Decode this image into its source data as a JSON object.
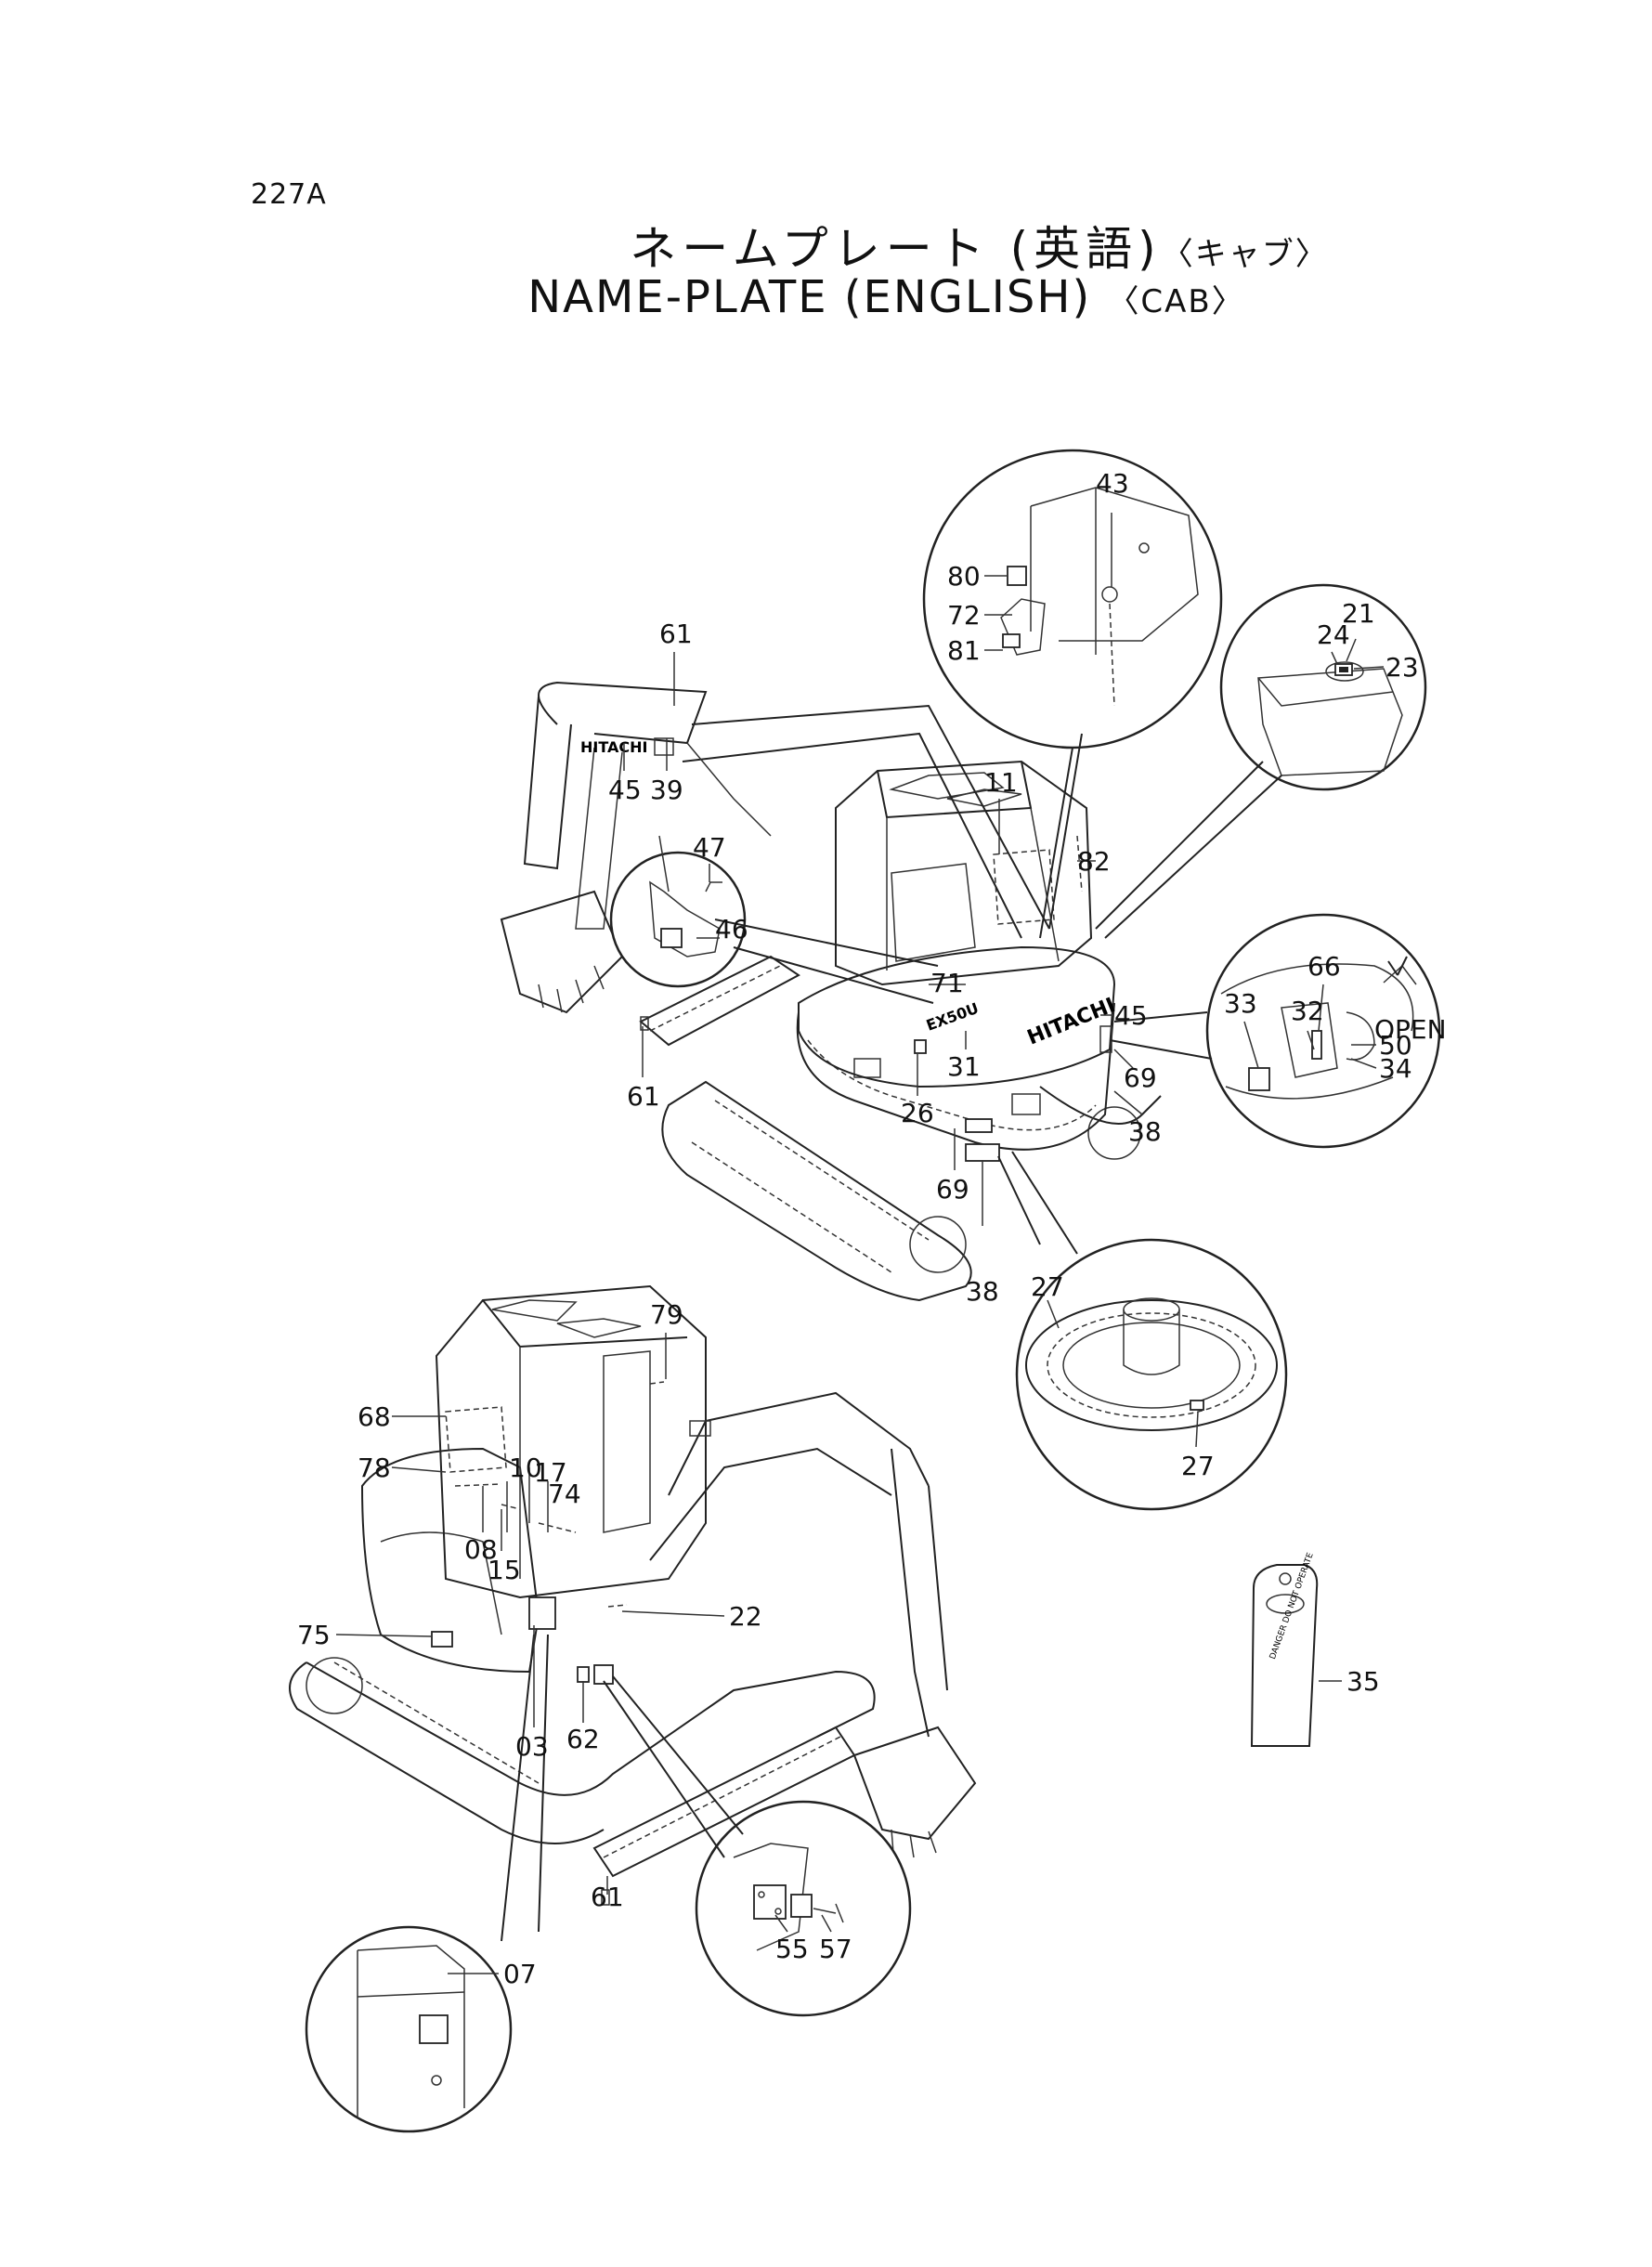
{
  "page": {
    "number": "227A"
  },
  "title": {
    "japanese": "ネームプレート (英語)",
    "japanese_sub": "〈キャブ〉",
    "english": "NAME-PLATE (ENGLISH)",
    "english_sub": "〈CAB〉"
  },
  "machine_text": {
    "boom_brand": "HITACHI",
    "body_brand": "HITACHI",
    "model": "EX50U",
    "open_label": "OPEN",
    "tag_text": "DANGER DO NOT OPERATE"
  },
  "callouts": {
    "c61a": "61",
    "c45a": "45",
    "c39": "39",
    "c47": "47",
    "c46": "46",
    "c61b": "61",
    "c11": "11",
    "c82": "82",
    "c71": "71",
    "c31": "31",
    "c26": "26",
    "c45b": "45",
    "c69a": "69",
    "c38a": "38",
    "c69b": "69",
    "c38b": "38",
    "c43": "43",
    "c80": "80",
    "c72": "72",
    "c81": "81",
    "c21": "21",
    "c24": "24",
    "c23": "23",
    "c66": "66",
    "c33": "33",
    "c32": "32",
    "c50": "50",
    "c34": "34",
    "c27a": "27",
    "c27b": "27",
    "c79": "79",
    "c68": "68",
    "c78": "78",
    "c10": "10",
    "c17": "17",
    "c74": "74",
    "c08": "08",
    "c15": "15",
    "c22": "22",
    "c75": "75",
    "c03": "03",
    "c62": "62",
    "c61c": "61",
    "c07": "07",
    "c55": "55",
    "c57": "57",
    "c35": "35"
  }
}
